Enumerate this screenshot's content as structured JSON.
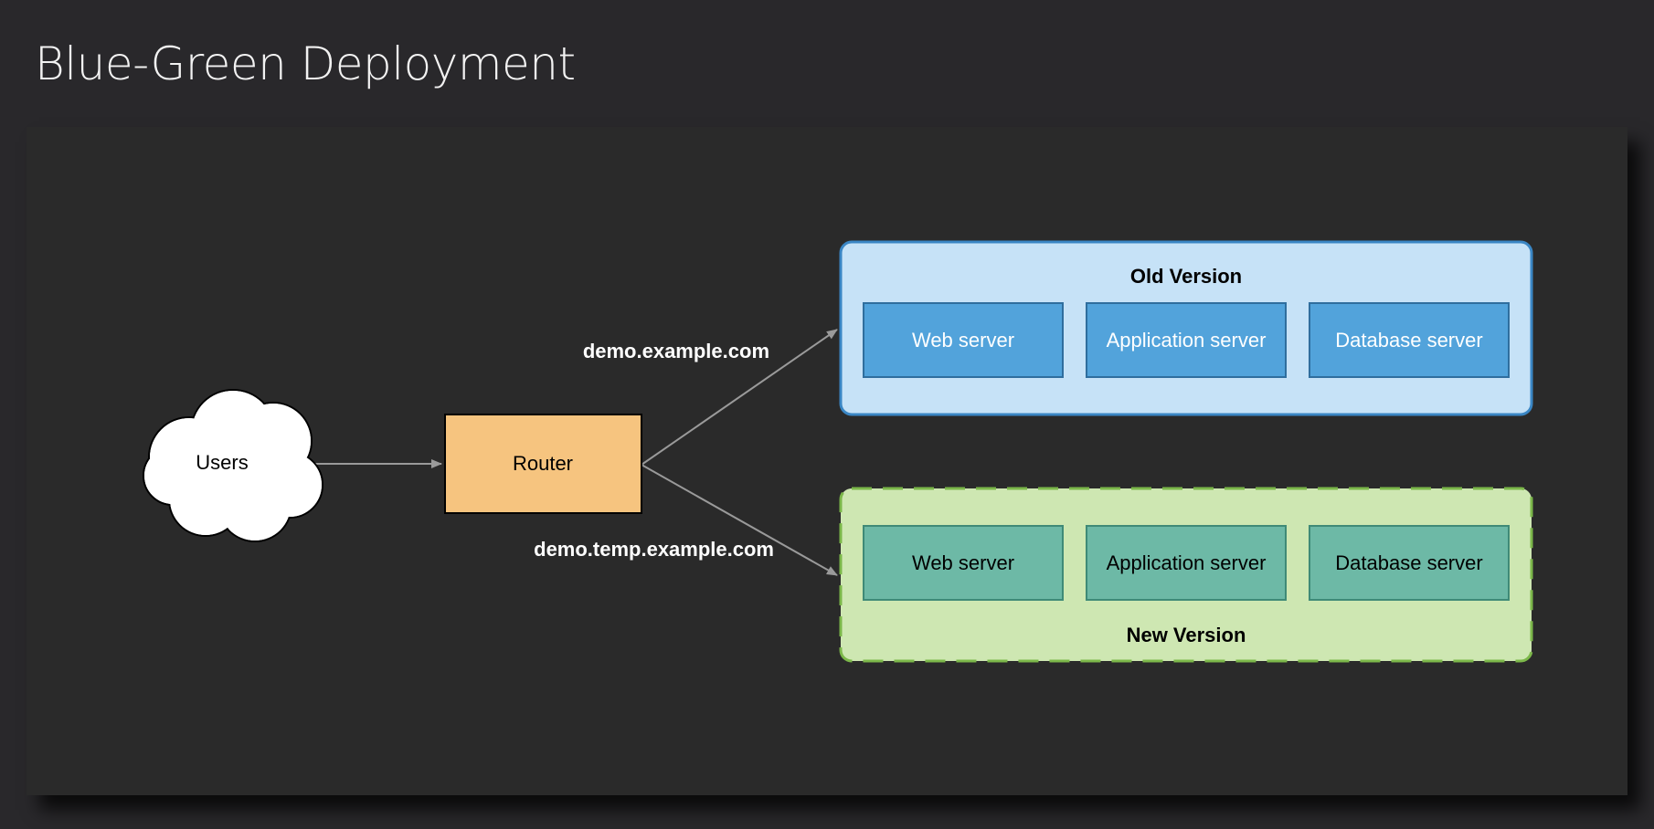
{
  "page": {
    "title": "Blue-Green Deployment"
  },
  "diagram": {
    "users_label": "Users",
    "router_label": "Router",
    "route_old_label": "demo.example.com",
    "route_new_label": "demo.temp.example.com",
    "old_version": {
      "title": "Old Version",
      "servers": [
        "Web server",
        "Application server",
        "Database server"
      ]
    },
    "new_version": {
      "title": "New Version",
      "servers": [
        "Web server",
        "Application server",
        "Database server"
      ]
    }
  },
  "colors": {
    "background": "#29282b",
    "router_fill": "#f6c47f",
    "old_group_fill": "#c6e2f7",
    "old_group_stroke": "#3a86c4",
    "old_server_fill": "#52a3db",
    "new_group_fill": "#cee7b2",
    "new_group_stroke": "#7cb84a",
    "new_server_fill": "#6db9a6",
    "arrow": "#9a9a9a"
  }
}
